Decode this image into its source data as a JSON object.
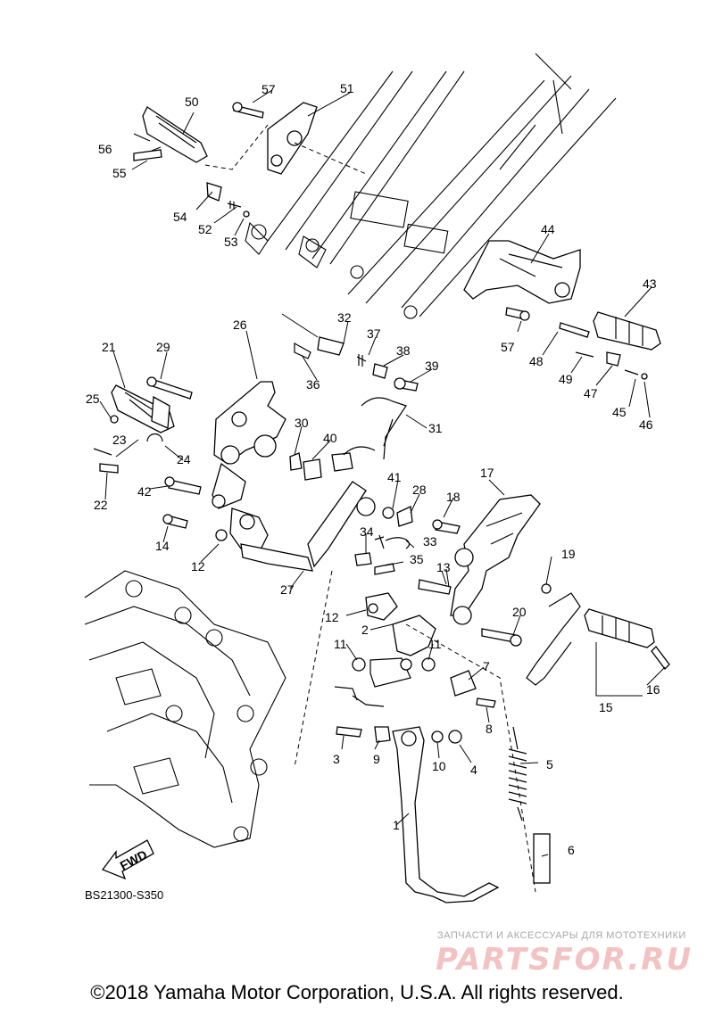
{
  "diagram": {
    "code": "BS21300-S350",
    "fwd": "FWD",
    "copyright": "©2018 Yamaha Motor Corporation, U.S.A. All rights reserved.",
    "watermark_text": "ЗАПЧАСТИ И АКСЕССУАРЫ ДЛЯ МОТОТЕХНИКИ",
    "watermark_logo": "PARTSFOR.RU",
    "callouts": [
      {
        "n": "1"
      },
      {
        "n": "2"
      },
      {
        "n": "3"
      },
      {
        "n": "4"
      },
      {
        "n": "5"
      },
      {
        "n": "6"
      },
      {
        "n": "7"
      },
      {
        "n": "8"
      },
      {
        "n": "9"
      },
      {
        "n": "10"
      },
      {
        "n": "11"
      },
      {
        "n": "11"
      },
      {
        "n": "12"
      },
      {
        "n": "12"
      },
      {
        "n": "13"
      },
      {
        "n": "14"
      },
      {
        "n": "15"
      },
      {
        "n": "16"
      },
      {
        "n": "17"
      },
      {
        "n": "18"
      },
      {
        "n": "19"
      },
      {
        "n": "20"
      },
      {
        "n": "21"
      },
      {
        "n": "22"
      },
      {
        "n": "23"
      },
      {
        "n": "24"
      },
      {
        "n": "25"
      },
      {
        "n": "26"
      },
      {
        "n": "27"
      },
      {
        "n": "28"
      },
      {
        "n": "29"
      },
      {
        "n": "30"
      },
      {
        "n": "31"
      },
      {
        "n": "32"
      },
      {
        "n": "33"
      },
      {
        "n": "34"
      },
      {
        "n": "35"
      },
      {
        "n": "36"
      },
      {
        "n": "37"
      },
      {
        "n": "38"
      },
      {
        "n": "39"
      },
      {
        "n": "40"
      },
      {
        "n": "41"
      },
      {
        "n": "42"
      },
      {
        "n": "43"
      },
      {
        "n": "44"
      },
      {
        "n": "45"
      },
      {
        "n": "46"
      },
      {
        "n": "47"
      },
      {
        "n": "48"
      },
      {
        "n": "49"
      },
      {
        "n": "50"
      },
      {
        "n": "51"
      },
      {
        "n": "52"
      },
      {
        "n": "53"
      },
      {
        "n": "54"
      },
      {
        "n": "55"
      },
      {
        "n": "56"
      },
      {
        "n": "57"
      },
      {
        "n": "57"
      }
    ]
  }
}
